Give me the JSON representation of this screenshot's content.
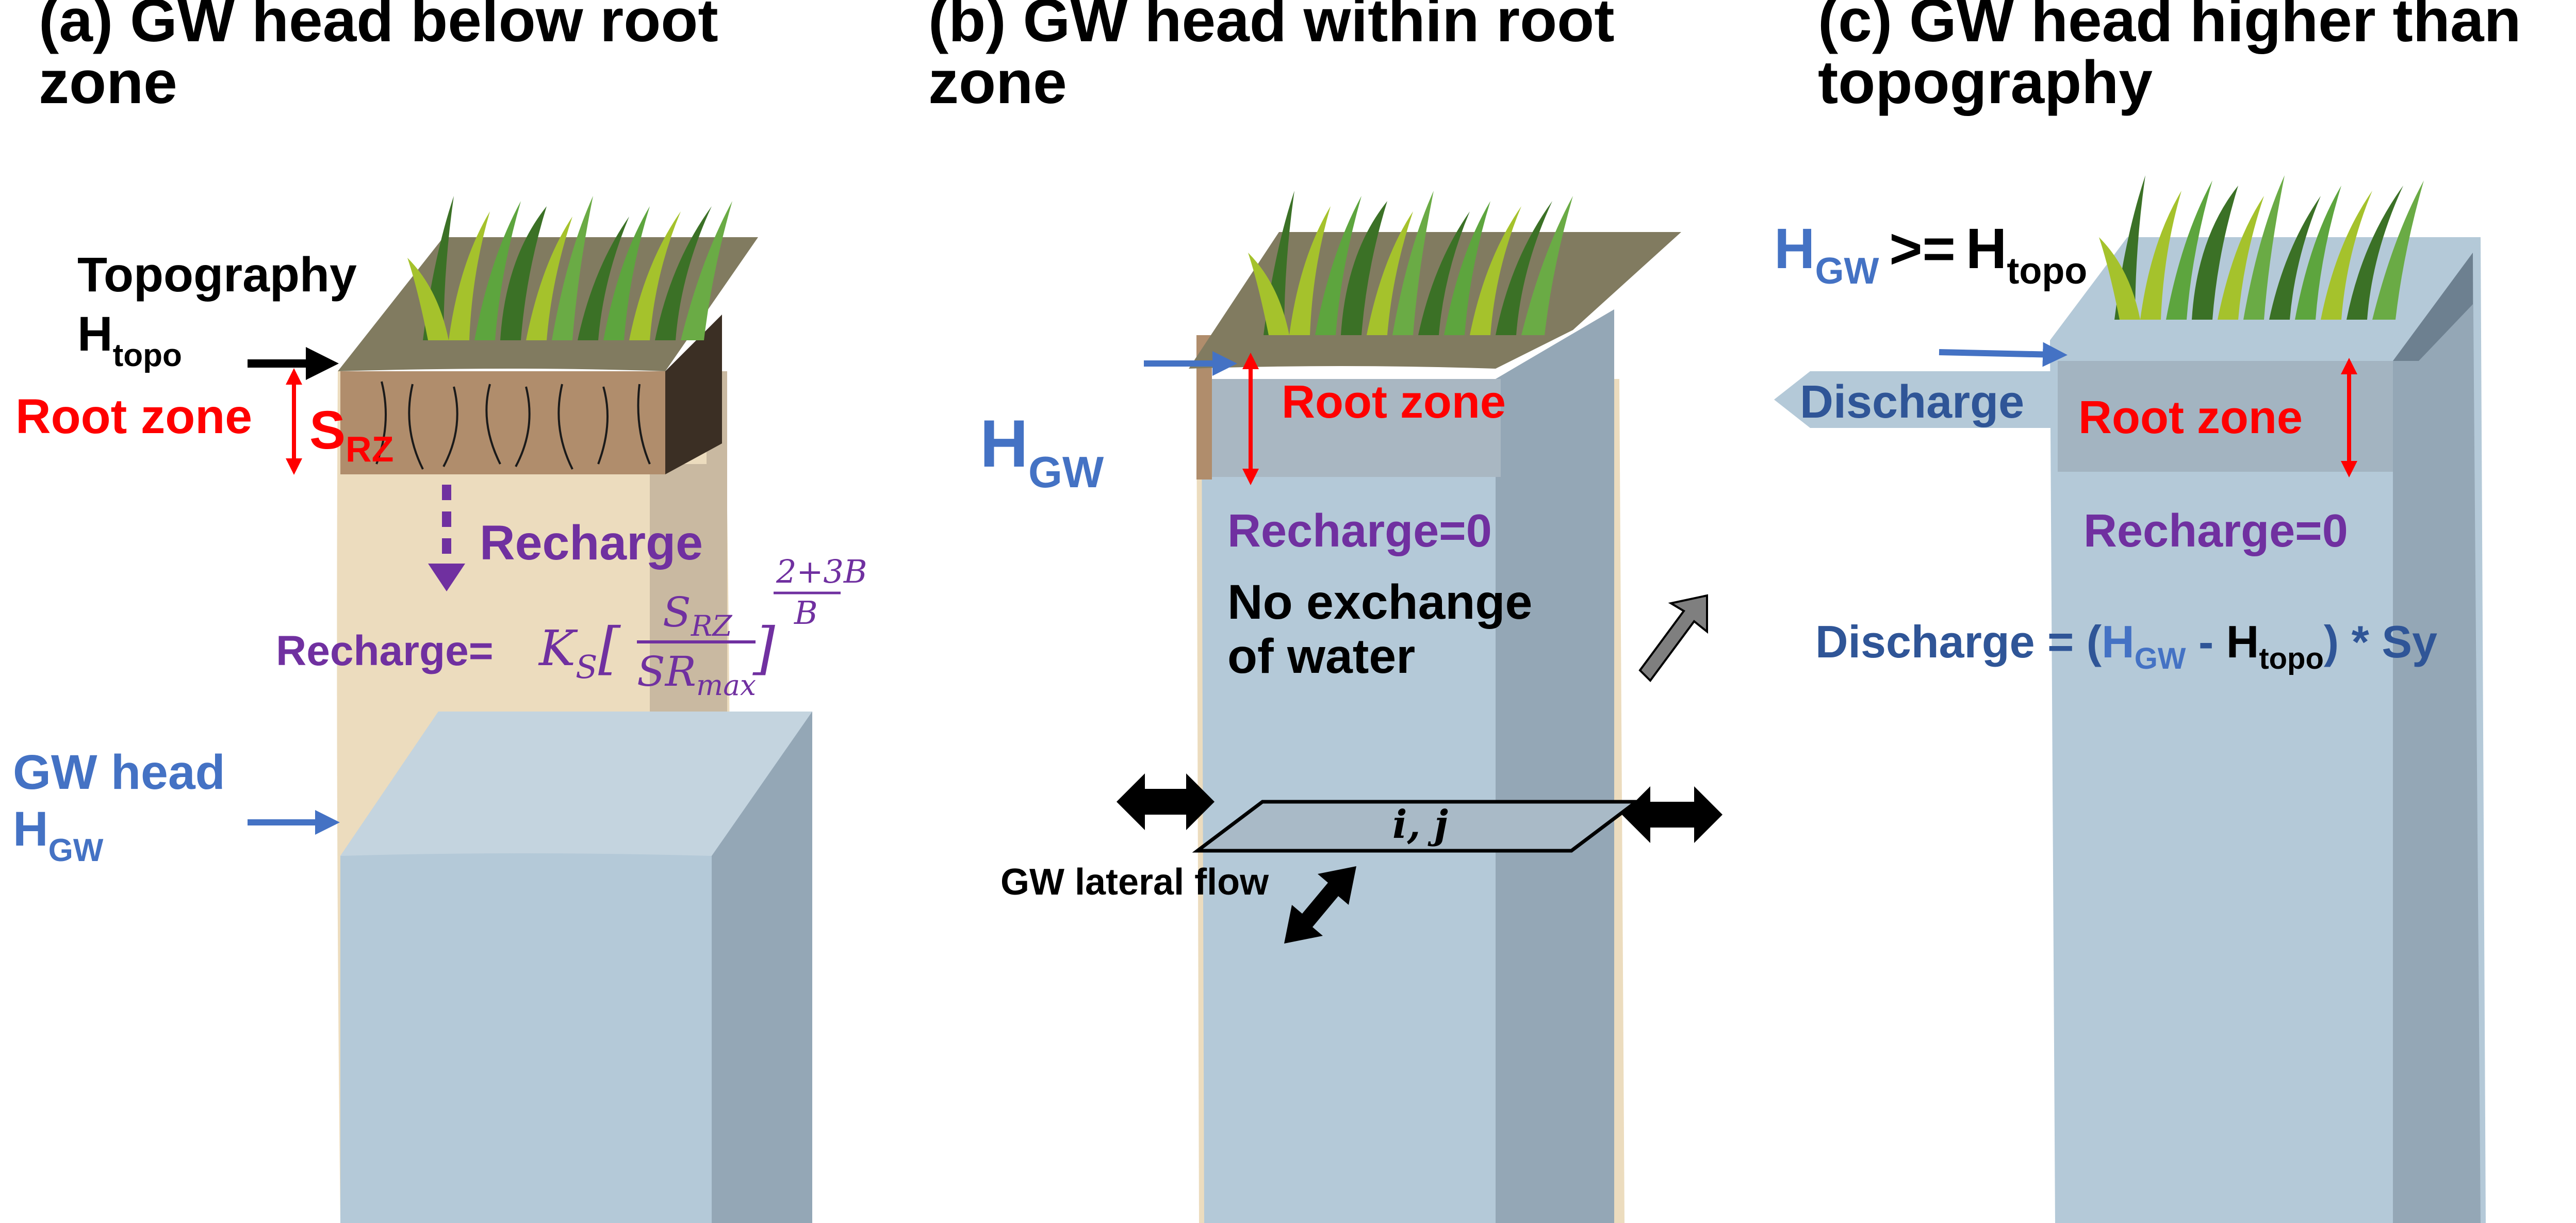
{
  "panels": {
    "a": {
      "title_line1": "(a) GW head below root",
      "title_line2": "zone",
      "topography_label": "Topography",
      "htopo_main": "H",
      "htopo_sub": "topo",
      "root_zone_label": "Root zone",
      "srz_main": "S",
      "srz_sub": "RZ",
      "recharge_label": "Recharge",
      "formula": {
        "lhs": "Recharge=",
        "ks_main": "K",
        "ks_sub": "S",
        "num_main": "S",
        "num_sub": "RZ",
        "den_main": "SR",
        "den_sub": "max",
        "exp_num": "2+3B",
        "exp_den": "B"
      },
      "gw_head_label": "GW head",
      "hgw_main": "H",
      "hgw_sub": "GW"
    },
    "b": {
      "title_line1": "(b) GW head within root",
      "title_line2": "zone",
      "root_zone_label": "Root zone",
      "hgw_main": "H",
      "hgw_sub": "GW",
      "recharge_zero": "Recharge=0",
      "no_exchange_line1": "No exchange",
      "no_exchange_line2": "of water",
      "cell_label": "i, j",
      "lateral_flow_label": "GW lateral flow"
    },
    "c": {
      "title_line1": "(c) GW head higher than",
      "title_line2": "topography",
      "condition_hgw_main": "H",
      "condition_hgw_sub": "GW",
      "condition_op": ">=",
      "condition_htopo_main": "H",
      "condition_htopo_sub": "topo",
      "discharge_label": "Discharge",
      "root_zone_label": "Root zone",
      "recharge_zero": "Recharge=0",
      "discharge_formula": {
        "lhs": "Discharge = (",
        "hgw_main": "H",
        "hgw_sub": "GW",
        "minus": " - ",
        "htopo_main": "H",
        "htopo_sub": "topo",
        "rhs": ") * Sy"
      }
    }
  },
  "colors": {
    "red": "#ff0000",
    "purple": "#7030a0",
    "blue": "#4472c4",
    "dark_blue": "#2f5597",
    "water": "#b4c9d8",
    "soil": "#ecdcbe",
    "root_soil": "#b08d6c",
    "ground": "#817b60"
  }
}
